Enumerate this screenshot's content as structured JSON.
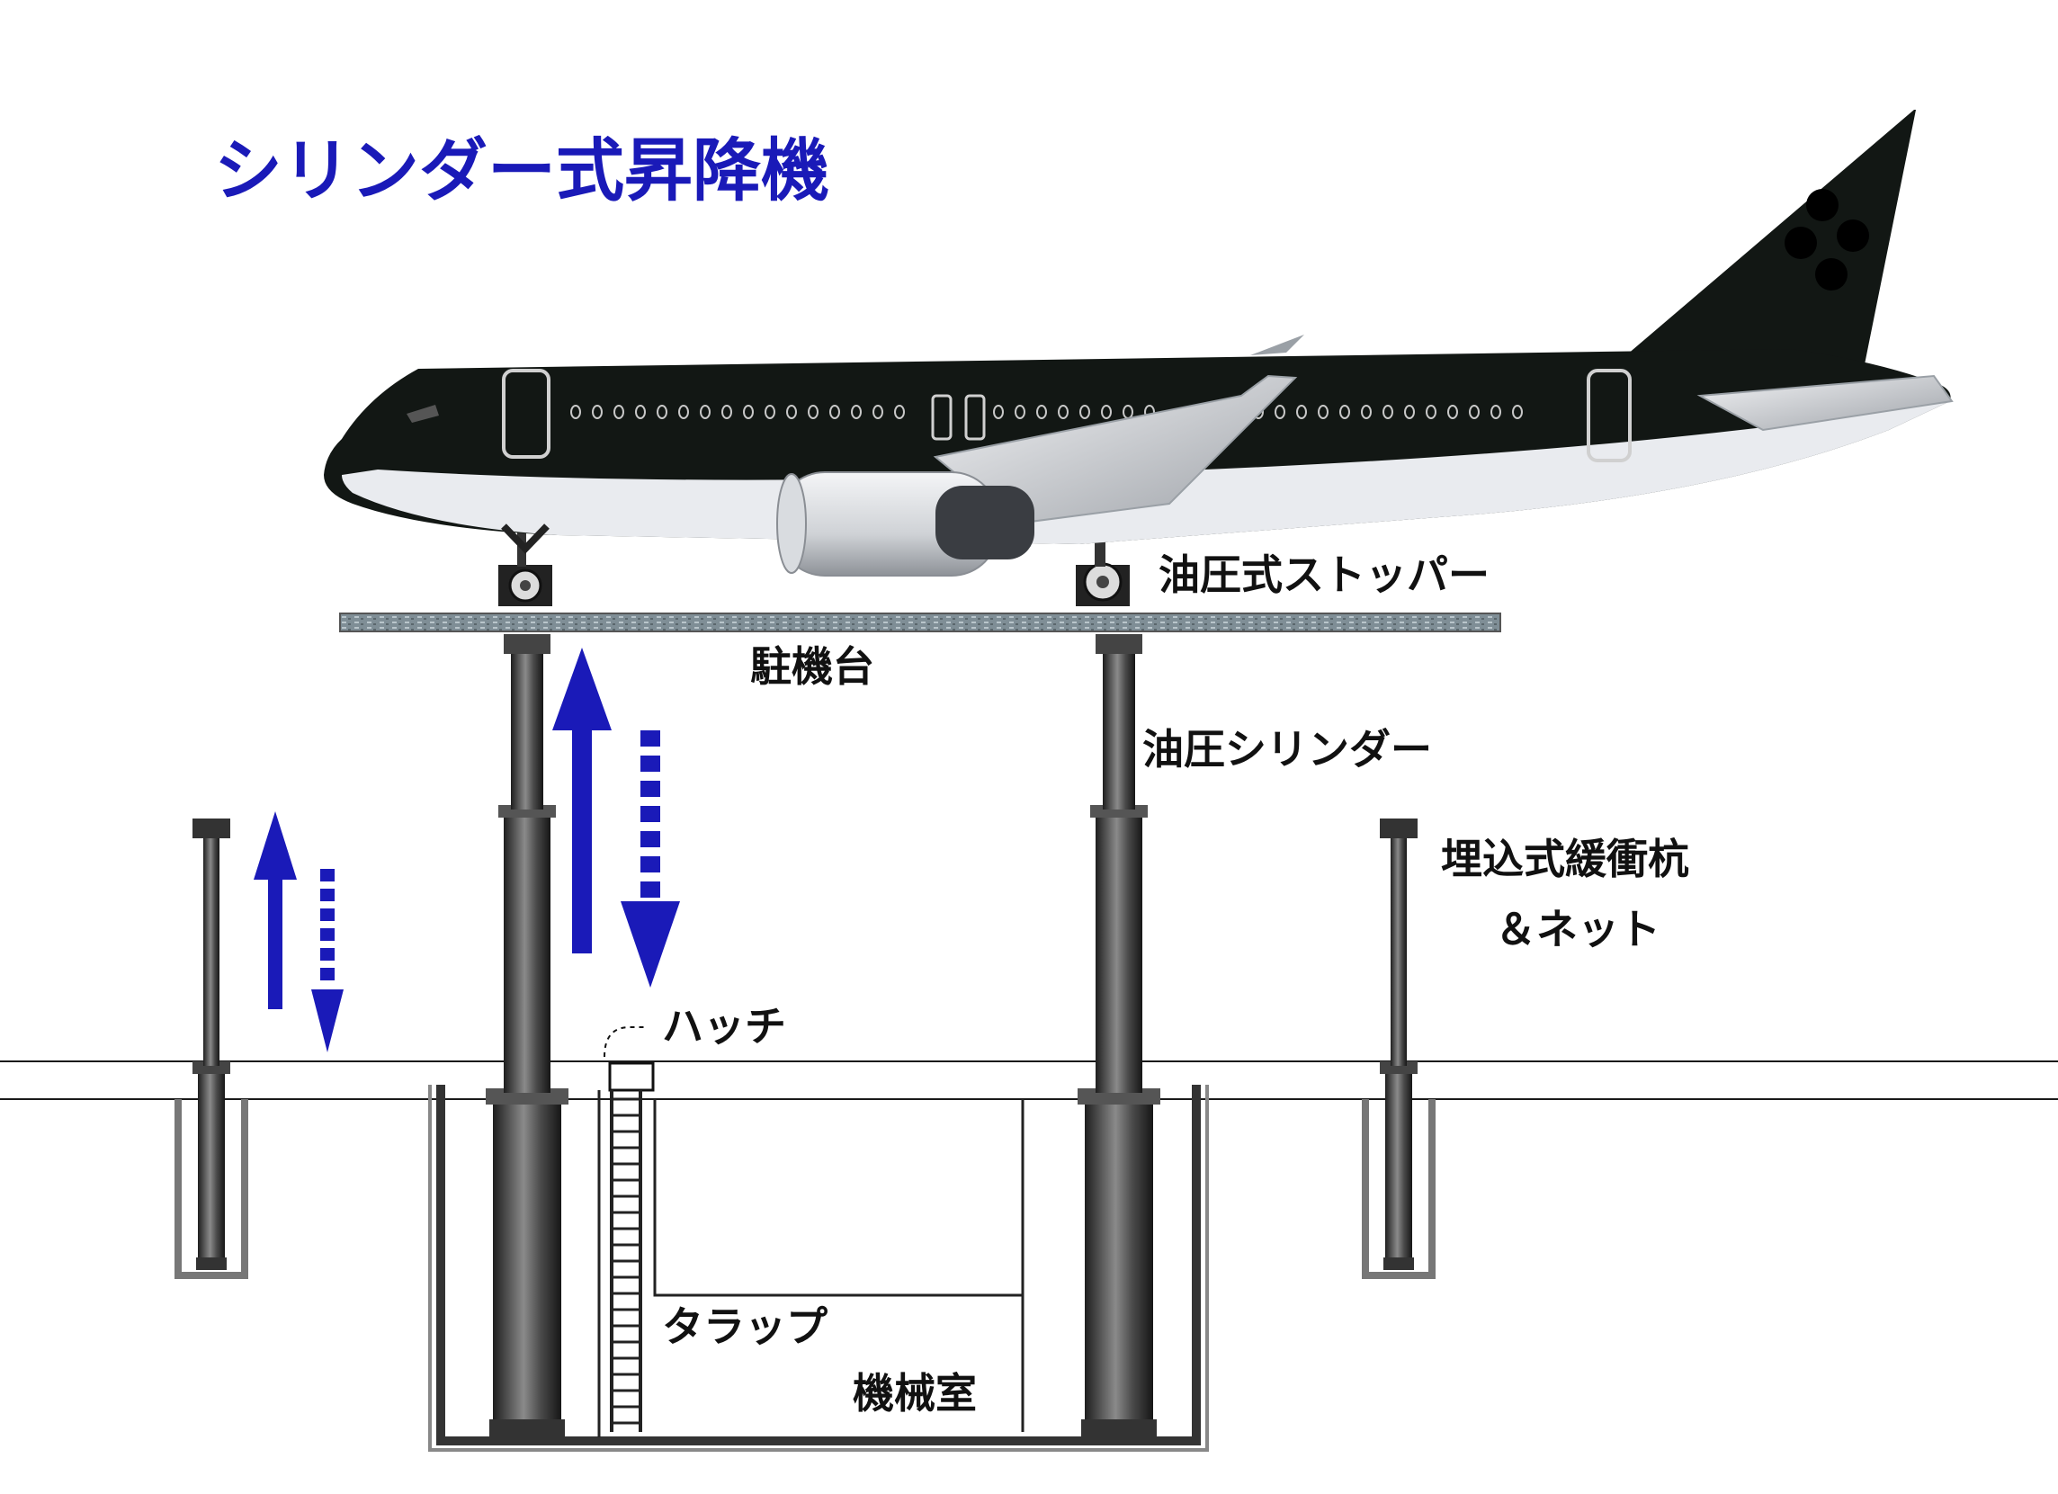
{
  "title": "シリンダー式昇降機",
  "colors": {
    "title": "#1a1ab8",
    "arrow": "#1a1ab8",
    "fuselage": "#121714",
    "underbelly": "#e8eaee",
    "line": "#1a1a1a",
    "cylinder": "#3a3a3a"
  },
  "labels": {
    "stopper": "油圧式ストッパー",
    "platform": "駐機台",
    "cylinder": "油圧シリンダー",
    "pile_line1": "埋込式緩衝杭",
    "pile_line2": "＆ネット",
    "hatch": "ハッチ",
    "ladder": "タラップ",
    "machine_room": "機械室"
  }
}
